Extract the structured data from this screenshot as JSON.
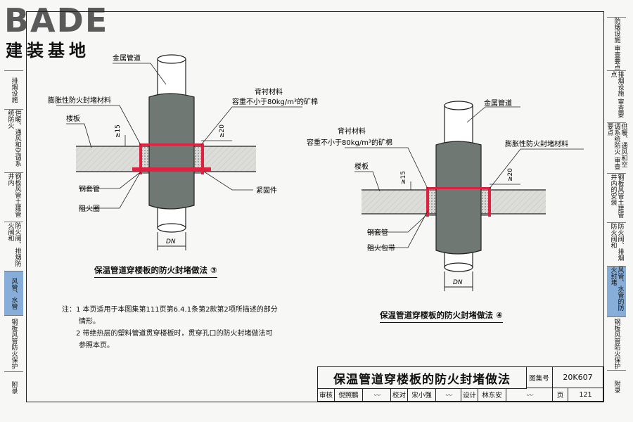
{
  "logo": {
    "brand": "BADE",
    "sub": "建装基地"
  },
  "left_tabs": [
    "排烟设施",
    "供暖、通风和空调系统防火",
    "钢板风管土建管井内",
    "防火阀、排烟防火阀和",
    "风管、水管",
    "钢板风管防火保护",
    "附录"
  ],
  "right_tabs": [
    "防烟设施 审查要点",
    "排烟设施 审查要点",
    "供暖、通风和空调系统防火 审查要点",
    "钢板风管土建管井内的安装",
    "防火阀、排烟防火阀和",
    "风管、水管的防火封堵",
    "钢板风管防火保护",
    "附录"
  ],
  "diagram3": {
    "labels": {
      "metal_pipe": "金属管道",
      "backing": "背衬材料",
      "backing_density": "容重不小于80kg/m³的矿棉",
      "intumescent": "膨胀性防火封堵材料",
      "floor": "楼板",
      "dim15": "≥15",
      "dim20": "≥20",
      "steel_sleeve": "钢套管",
      "fastener": "紧固件",
      "fire_ring": "阻火圈",
      "dn": "DN"
    },
    "caption": "保温管道穿楼板的防火封堵做法 ③"
  },
  "diagram4": {
    "labels": {
      "metal_pipe": "金属管道",
      "backing": "背衬材料",
      "backing_density": "容重不小于80kg/m³的矿棉",
      "intumescent": "膨胀性防火封堵材料",
      "floor": "楼板",
      "dim15": "≥15",
      "dim20": "≥20",
      "steel_sleeve": "钢套管",
      "fire_wrap": "阻火包带",
      "dn": "DN"
    },
    "caption": "保温管道穿楼板的防火封堵做法 ④"
  },
  "notes": [
    "注：1 本页适用于本图集第111页第6.4.1条第2款第2项所描述的部分",
    "情形。",
    "2 带绝热层的塑料管道贯穿楼板时，贯穿孔口的防火封堵做法可",
    "参照本页。"
  ],
  "title_block": {
    "title": "保温管道穿楼板的防火封堵做法",
    "atlas_label": "图集号",
    "atlas_no": "20K607",
    "review_label": "审核",
    "reviewer": "倪照鹏",
    "check_label": "校对",
    "checker": "宋小强",
    "design_label": "设计",
    "designer": "林东安",
    "page_label": "页",
    "page_no": "121"
  },
  "colors": {
    "insulation": "#707a72",
    "sleeve": "#e02040",
    "slab": "#d9d9d6",
    "active_tab": "#87aed8"
  }
}
